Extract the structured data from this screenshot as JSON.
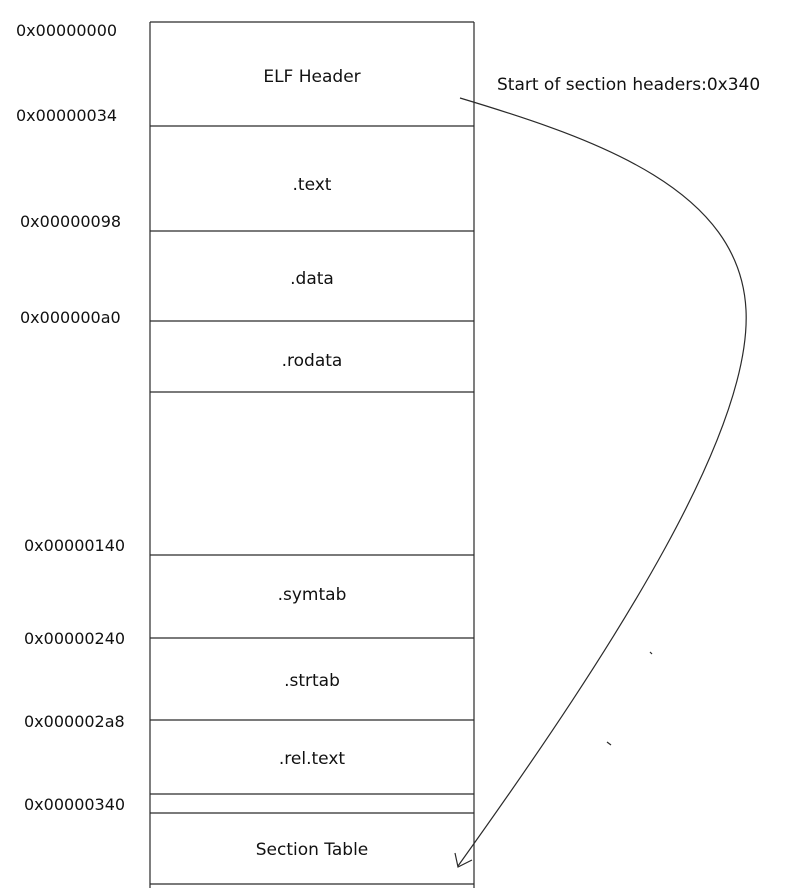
{
  "addresses": [
    "0x00000000",
    "0x00000034",
    "0x00000098",
    "0x000000a0",
    "0x00000140",
    "0x00000240",
    "0x000002a8",
    "0x00000340"
  ],
  "sections": [
    "ELF Header",
    ".text",
    ".data",
    ".rodata",
    "",
    ".symtab",
    ".strtab",
    ".rel.text",
    "",
    "Section Table"
  ],
  "annotation": "Start of section headers:0x340"
}
